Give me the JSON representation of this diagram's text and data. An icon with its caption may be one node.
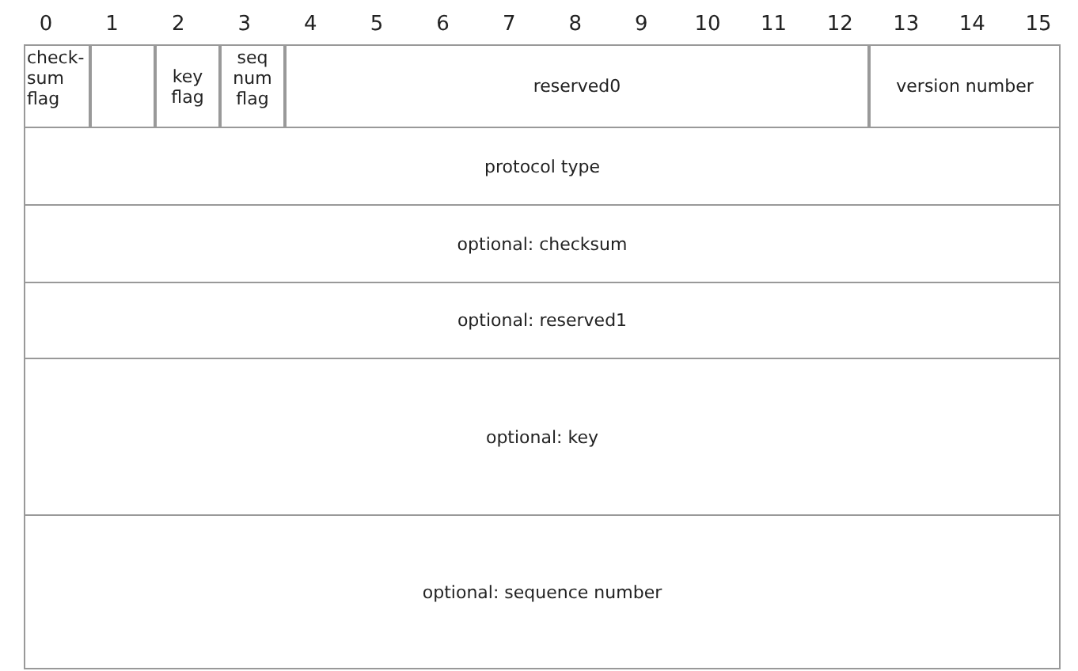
{
  "diagram": {
    "nodes": [
      {
        "text": [
          "check-sum flag"
        ]
      },
      {
        "text": [],
        "shape": "box"
      },
      {
        "text": [
          "key flag"
        ]
      },
      {
        "text": [
          "seq num flag"
        ]
      },
      {
        "text": [
          "reserved0"
        ]
      },
      {
        "text": [
          "version number"
        ]
      },
      {
        "text": [
          "protocol type"
        ]
      },
      {
        "text": [
          "optional: checksum"
        ]
      },
      {
        "text": [
          "optional: reserved1"
        ]
      },
      {
        "text": [
          "optional: key"
        ]
      },
      {
        "text": [
          "optional: sequence number"
        ]
      }
    ],
    "labels": [
      "0",
      "1",
      "2",
      "3",
      "4",
      "5",
      "6",
      "7",
      "8",
      "9",
      "10",
      "11",
      "12",
      "13",
      "14",
      "15"
    ]
  }
}
